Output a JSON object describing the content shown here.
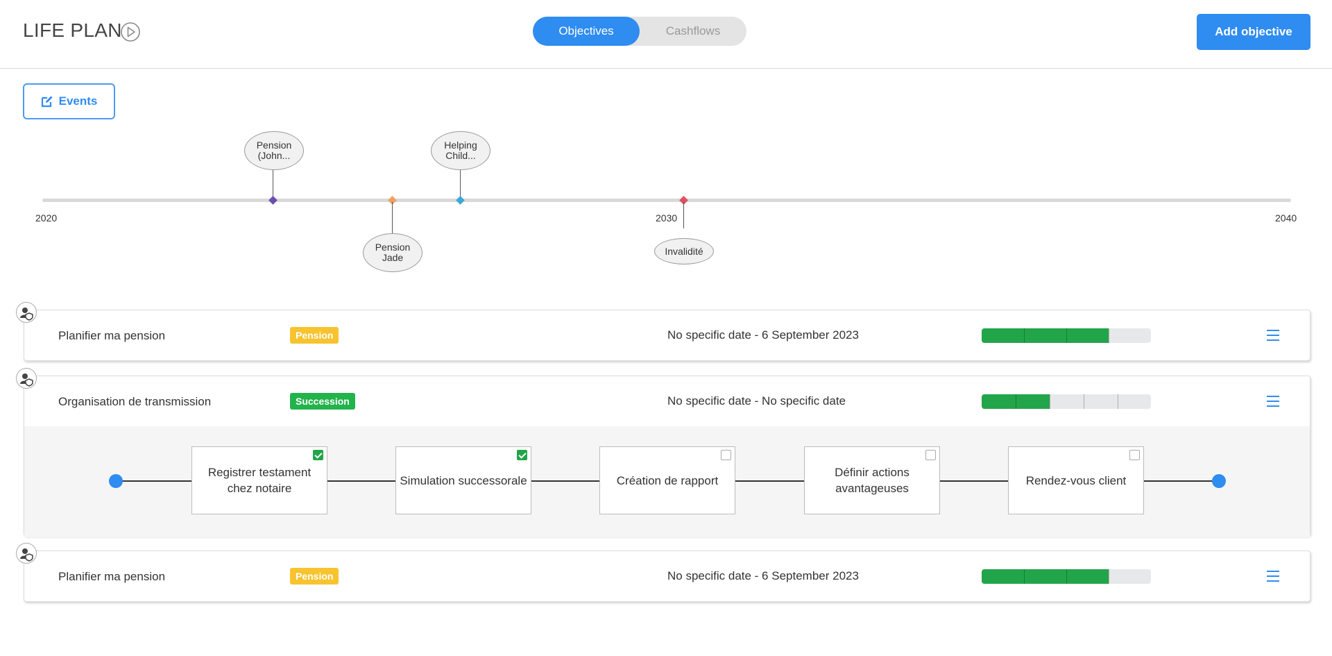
{
  "header": {
    "title": "LIFE PLAN",
    "play_icon": "play-circle-icon",
    "tabs": [
      {
        "label": "Objectives",
        "active": true
      },
      {
        "label": "Cashflows",
        "active": false
      }
    ],
    "add_button": "Add objective"
  },
  "events_button": {
    "label": "Events",
    "icon": "edit-icon"
  },
  "timeline": {
    "start_year": "2020",
    "mid_year": "2030",
    "end_year": "2040",
    "events": [
      {
        "label_line1": "Pension",
        "label_line2": "(John...",
        "color": "#6a4fb0"
      },
      {
        "label_line1": "Pension",
        "label_line2": "Jade",
        "color": "#f0a060"
      },
      {
        "label_line1": "Helping",
        "label_line2": "Child...",
        "color": "#3fa9d6"
      },
      {
        "label_line1": "Invalidité",
        "label_line2": "",
        "color": "#e05060"
      }
    ]
  },
  "objectives": [
    {
      "name": "Planifier ma pension",
      "tag": "Pension",
      "tag_color": "#f7c32e",
      "date": "No specific date - 6 September 2023",
      "progress": 0.75
    },
    {
      "name": "Organisation de transmission",
      "tag": "Succession",
      "tag_color": "#22b34a",
      "date": "No specific date - No specific date",
      "progress": 0.4,
      "steps": [
        {
          "label": "Registrer testament chez notaire",
          "checked": true
        },
        {
          "label": "Simulation successorale",
          "checked": true
        },
        {
          "label": "Création de rapport",
          "checked": false
        },
        {
          "label": "Définir actions avantageuses",
          "checked": false
        },
        {
          "label": "Rendez-vous client",
          "checked": false
        }
      ]
    },
    {
      "name": "Planifier ma pension",
      "tag": "Pension",
      "tag_color": "#f7c32e",
      "date": "No specific date - 6 September 2023",
      "progress": 0.75
    }
  ]
}
